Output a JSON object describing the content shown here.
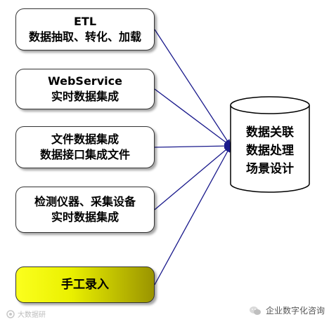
{
  "boxes": [
    {
      "id": "etl",
      "lines": [
        "ETL",
        "数据抽取、转化、加载"
      ]
    },
    {
      "id": "webservice",
      "lines": [
        "WebService",
        "实时数据集成"
      ]
    },
    {
      "id": "file",
      "lines": [
        "文件数据集成",
        "数据接口集成文件"
      ]
    },
    {
      "id": "device",
      "lines": [
        "检测仪器、采集设备",
        "实时数据集成"
      ]
    },
    {
      "id": "manual",
      "lines": [
        "手工录入"
      ]
    }
  ],
  "database": {
    "lines": [
      "数据关联",
      "数据处理",
      "场景设计"
    ]
  },
  "watermark": {
    "left_text": "大数据研",
    "right_text": "企业数字化咨询"
  },
  "colors": {
    "box_border": "#333333",
    "arrow": "#1a1a8c",
    "manual_fill_start": "#fbff1e",
    "manual_fill_end": "#9a9400"
  }
}
